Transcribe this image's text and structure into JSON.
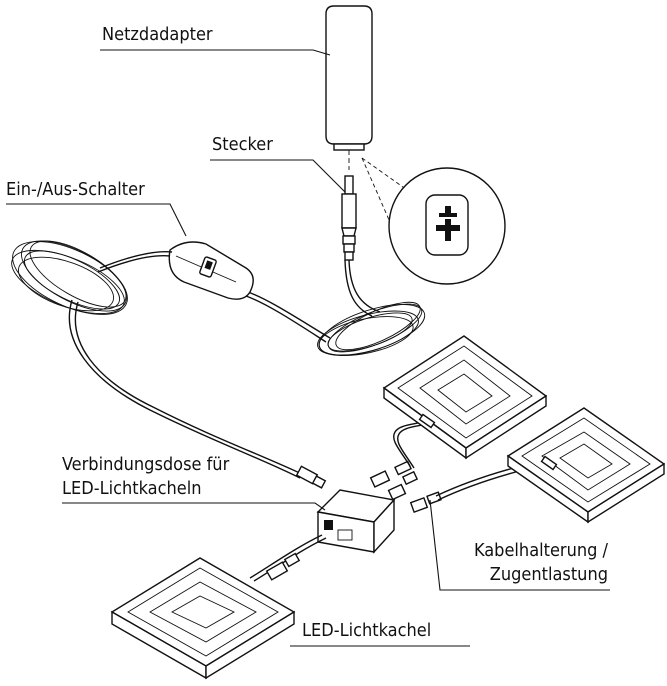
{
  "labels": {
    "power_adapter": "Netzdadapter",
    "plug": "Stecker",
    "switch": "Ein-/Aus-Schalter",
    "junction_box_line1": "Verbindungsdose für",
    "junction_box_line2": "LED-Lichtkacheln",
    "cable_holder_line1": "Kabelhalterung /",
    "cable_holder_line2": "Zugentlastung",
    "led_tile": "LED-Lichtkachel"
  },
  "colors": {
    "line": "#111111",
    "background": "#ffffff"
  }
}
